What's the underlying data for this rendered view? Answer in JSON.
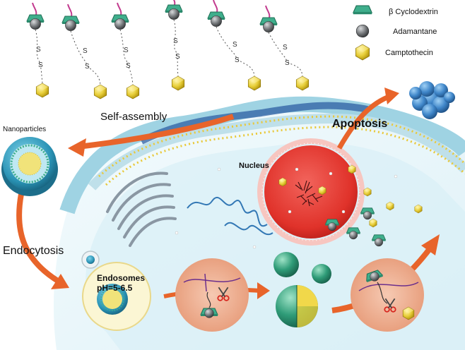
{
  "legend": {
    "items": [
      {
        "label": "β Cyclodextrin",
        "icon": "beta-cyclodextrin-icon"
      },
      {
        "label": "Adamantane",
        "icon": "adamantane-icon"
      },
      {
        "label": "Camptothecin",
        "icon": "camptothecin-icon"
      }
    ]
  },
  "labels": {
    "linker": "S",
    "self_assembly": "Self-assembly",
    "nanoparticles": "Nanoparticles",
    "endocytosis": "Endocytosis",
    "endosomes": "Endosomes",
    "ph": "pH=5-6.5",
    "nucleus": "Nucleus",
    "apoptosis": "Apoptosis"
  },
  "colors": {
    "cyclodextrin": "#3fae8c",
    "adamantane": "#6f7275",
    "camptothecin": "#e8cf3a",
    "arrow": "#e8642a",
    "cell_membrane": "#bfe0ea",
    "nucleus": "#e23b33",
    "cytoplasm": "#e9f6fb"
  }
}
